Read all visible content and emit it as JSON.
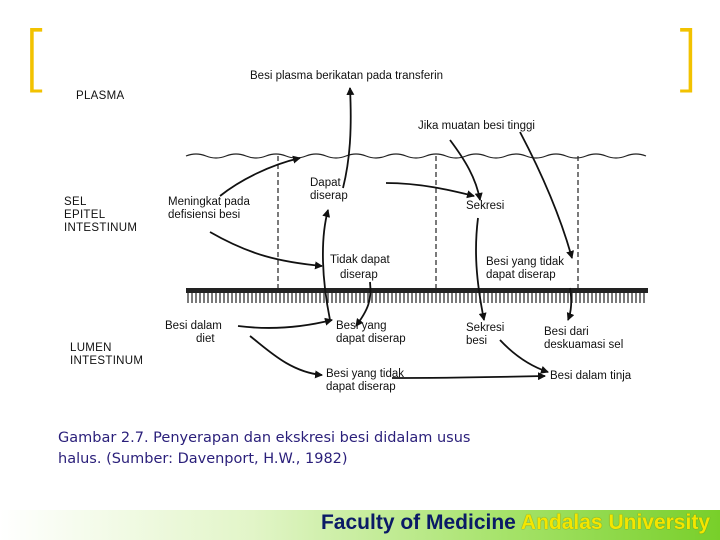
{
  "slide": {
    "accent_color": "#f2c200",
    "caption": {
      "line1": "Gambar 2.7. Penyerapan dan ekskresi besi didalam usus",
      "line2": "halus. (Sumber: Davenport, H.W., 1982)"
    },
    "footer": {
      "faculty": "Faculty of Medicine",
      "university": "Andalas University"
    }
  },
  "diagram": {
    "regions": {
      "plasma": "PLASMA",
      "epithel": [
        "SEL",
        "EPITEL",
        "INTESTINUM"
      ],
      "lumen": [
        "LUMEN",
        "INTESTINUM"
      ]
    },
    "labels": {
      "transferrin": "Besi plasma berikatan pada transferin",
      "high_load": "Jika muatan besi tinggi",
      "absorbable": [
        "Dapat",
        "diserap"
      ],
      "secretion": "Sekresi",
      "deficiency": [
        "Meningkat pada",
        "defisiensi besi"
      ],
      "not_absorbable": [
        "Tidak dapat",
        "diserap"
      ],
      "iron_not_absorbable": [
        "Besi yang tidak",
        "dapat diserap"
      ],
      "diet_iron": [
        "Besi dalam",
        "diet"
      ],
      "absorbable_iron": [
        "Besi yang",
        "dapat diserap"
      ],
      "iron_secretion": [
        "Sekresi",
        "besi"
      ],
      "desquamation": [
        "Besi dari",
        "deskuamasi sel"
      ],
      "unabsorbable_iron": [
        "Besi yang tidak",
        "dapat diserap"
      ],
      "fecal_iron": "Besi dalam tinja"
    }
  }
}
